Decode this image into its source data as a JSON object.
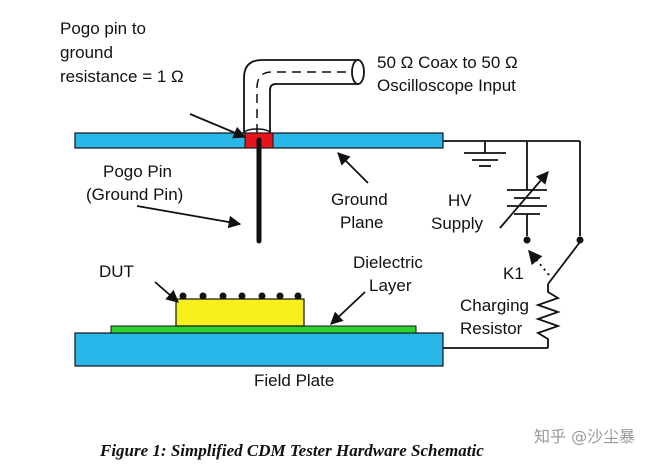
{
  "labels": {
    "pogo_resistance_1": "Pogo pin to",
    "pogo_resistance_2": "ground",
    "pogo_resistance_3": "resistance = 1 Ω",
    "coax_1": "50 Ω Coax to 50 Ω",
    "coax_2": "Oscilloscope Input",
    "pogo_pin_1": "Pogo Pin",
    "pogo_pin_2": "(Ground Pin)",
    "ground_plane_1": "Ground",
    "ground_plane_2": "Plane",
    "hv_1": "HV",
    "hv_2": "Supply",
    "k1": "K1",
    "dut": "DUT",
    "dielectric_1": "Dielectric",
    "dielectric_2": "Layer",
    "charging_1": "Charging",
    "charging_2": "Resistor",
    "field_plate": "Field Plate"
  },
  "caption": "Figure 1:  Simplified CDM Tester Hardware Schematic",
  "watermark": "知乎 @沙尘暴",
  "colors": {
    "plate_blue": "#29b6e8",
    "pogo_red": "#e8141c",
    "dut_yellow": "#f7f01c",
    "dielectric_green": "#2ed12e",
    "line": "#111111"
  }
}
